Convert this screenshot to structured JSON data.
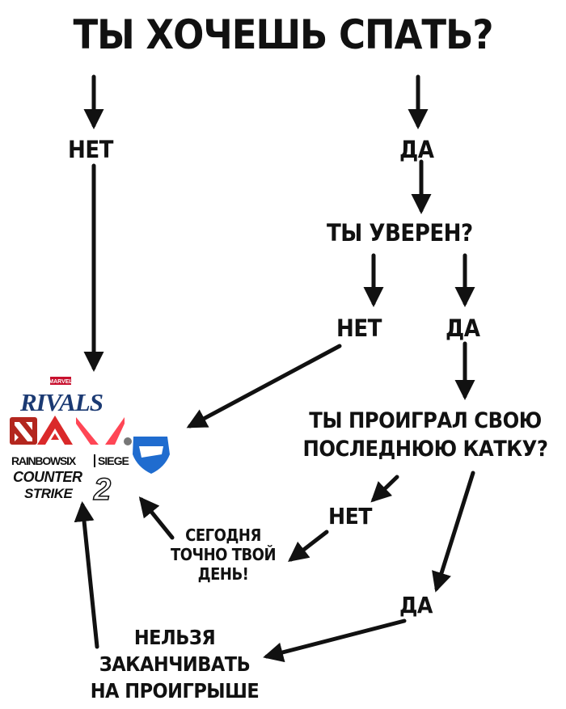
{
  "title": "ТЫ ХОЧЕШЬ СПАТЬ?",
  "nodes": {
    "no_1": "НЕТ",
    "yes_1": "ДА",
    "are_you_sure": "ТЫ УВЕРЕН?",
    "no_2": "НЕТ",
    "yes_2": "ДА",
    "lost_last_match": [
      "ТЫ ПРОИГРАЛ СВОЮ",
      "ПОСЛЕДНЮЮ КАТКУ?"
    ],
    "no_3": "НЕТ",
    "your_day_today": [
      "СЕГОДНЯ",
      "ТОЧНО ТВОЙ",
      "ДЕНЬ!"
    ],
    "yes_3": "ДА",
    "cant_end_on_loss": [
      "НЕЛЬЗЯ",
      "ЗАКАНЧИВАТЬ",
      "НА ПРОИГРЫШЕ"
    ]
  },
  "games": {
    "marvel_rivals": {
      "small": "MARVEL",
      "name": "RIVALS"
    },
    "rainbow_six_siege": {
      "left": "RAINBOWSIX",
      "right": "SIEGE"
    },
    "counter_strike_2": {
      "line1": "COUNTER",
      "line2": "STRIKE",
      "number": "2"
    },
    "logo_names": [
      "dota-2-logo",
      "apex-legends-logo",
      "valorant-logo",
      "rocket-league-logo"
    ]
  },
  "colors": {
    "text": "#111111",
    "dota": "#b3261e",
    "apex": "#da292a",
    "valorant": "#ff4655",
    "rocket": "#1f6ccf",
    "rivals_blue": "#1b3a73"
  }
}
